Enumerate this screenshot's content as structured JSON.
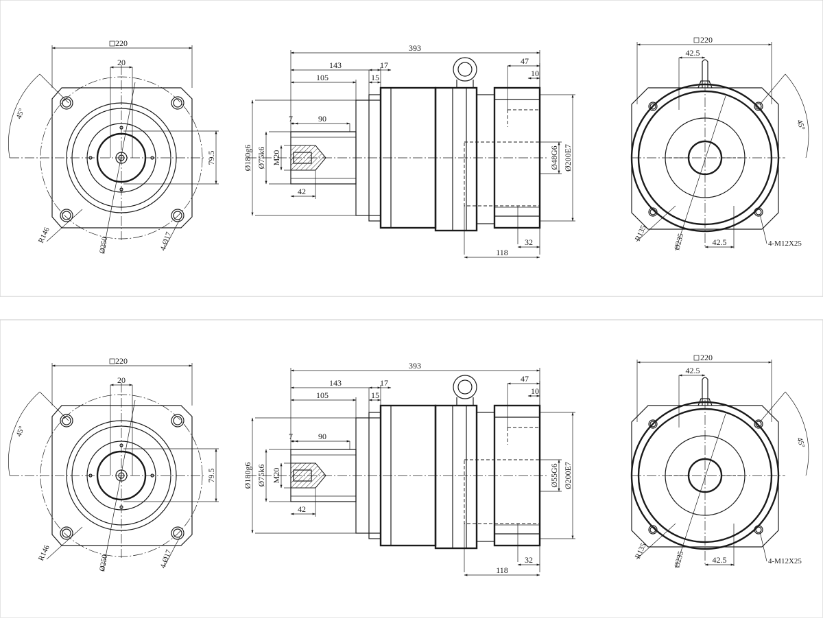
{
  "drawings": [
    {
      "id": "top",
      "front": {
        "square": "220",
        "offset": "20",
        "angle": "45°",
        "height": "79.5",
        "radius": "R146",
        "pcd": "Ø250",
        "holes": "4-Ø17"
      },
      "side": {
        "overall": "393",
        "d143": "143",
        "d105": "105",
        "d17": "17",
        "d15": "15",
        "d47": "47",
        "d10": "10",
        "d7": "7",
        "d90": "90",
        "d42": "42",
        "d118": "118",
        "d32": "32",
        "pilot": "Ø180g6",
        "shaft": "Ø75k6",
        "thread": "M20",
        "bore": "Ø48G6",
        "outer": "Ø200E7"
      },
      "rear": {
        "square": "220",
        "d42a": "42.5",
        "d42b": "42.5",
        "angle": "45°",
        "radius": "R135",
        "pcd": "Ø235",
        "holes": "4-M12X25"
      }
    },
    {
      "id": "bottom",
      "front": {
        "square": "220",
        "offset": "20",
        "angle": "45°",
        "height": "79.5",
        "radius": "R146",
        "pcd": "Ø250",
        "holes": "4-Ø17"
      },
      "side": {
        "overall": "393",
        "d143": "143",
        "d105": "105",
        "d17": "17",
        "d15": "15",
        "d47": "47",
        "d10": "10",
        "d7": "7",
        "d90": "90",
        "d42": "42",
        "d118": "118",
        "d32": "32",
        "pilot": "Ø180g6",
        "shaft": "Ø75k6",
        "thread": "M20",
        "bore": "Ø55G6",
        "outer": "Ø200E7"
      },
      "rear": {
        "square": "220",
        "d42a": "42.5",
        "d42b": "42.5",
        "angle": "45°",
        "radius": "R135",
        "pcd": "Ø235",
        "holes": "4-M12X25"
      }
    }
  ]
}
